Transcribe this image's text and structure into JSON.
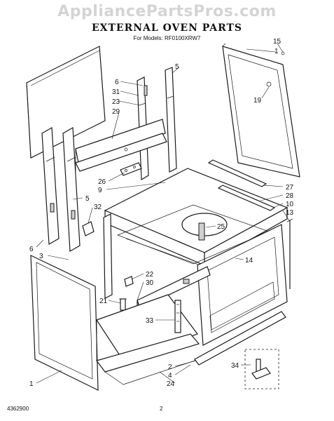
{
  "watermark": "AppliancePartsPros.com",
  "title": "EXTERNAL OVEN PARTS",
  "subtitle": "For Models: RF0100XRW7",
  "footer_code": "4362900",
  "page_number": "2",
  "callouts": [
    "15",
    "1",
    "5",
    "6",
    "31",
    "23",
    "29",
    "19",
    "26",
    "9",
    "27",
    "28",
    "10",
    "13",
    "5",
    "32",
    "25",
    "6",
    "3",
    "14",
    "22",
    "30",
    "21",
    "33",
    "1",
    "2",
    "4",
    "24",
    "34"
  ]
}
